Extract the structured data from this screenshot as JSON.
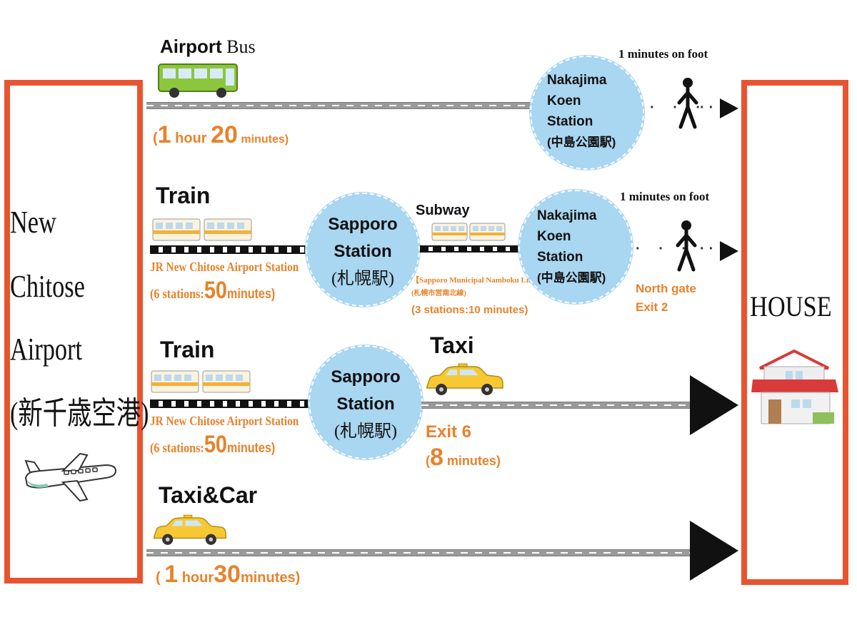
{
  "airport": {
    "lines": [
      "New",
      "Chitose",
      "Airport",
      "(新千歳空港)"
    ]
  },
  "house": {
    "label": "HOUSE"
  },
  "routes": {
    "bus": {
      "label_bold": "Airport",
      "label_rest": " Bus",
      "duration": {
        "open": "(",
        "hours": "1",
        "hour_word": " hour ",
        "minutes": "20",
        "minute_word": " minutes)"
      },
      "station": [
        "Nakajima",
        "Koen",
        "Station",
        "(中島公園駅)"
      ],
      "walk": "1 minutes on foot"
    },
    "train_subway": {
      "label": "Train",
      "line_name": "JR New Chitose Airport Station",
      "stations_prefix": "(6 stations:",
      "minutes": "50",
      "minutes_word": "minutes)",
      "station": [
        "Sapporo",
        "Station",
        "(札幌駅)"
      ],
      "subway_label": "Subway",
      "subway_line_en": "【Sapporo Municipal Namboku Line】",
      "subway_line_jp": "(札幌市営南北線)",
      "subway_stops": "(3 stations:10 minutes)",
      "dest_station": [
        "Nakajima",
        "Koen",
        "Station",
        "(中島公園駅)"
      ],
      "walk": "1 minutes on foot",
      "gate": [
        "North gate",
        "Exit 2"
      ]
    },
    "train_taxi": {
      "label": "Train",
      "line_name": "JR New Chitose Airport Station",
      "stations_prefix": "(6 stations:",
      "minutes": "50",
      "minutes_word": "minutes)",
      "station": [
        "Sapporo",
        "Station",
        "(札幌駅)"
      ],
      "taxi_label": "Taxi",
      "exit": "Exit 6",
      "duration": {
        "open": "(",
        "minutes": "8",
        "minute_word": " minutes)"
      }
    },
    "taxi_car": {
      "label": "Taxi&Car",
      "duration": {
        "open": "( ",
        "hours": "1",
        "hour_word": " hour",
        "minutes": "30",
        "minute_word": "minutes)"
      }
    }
  },
  "colors": {
    "frame": "#e8542f",
    "accent": "#e8822a",
    "station": "#a9d6f1",
    "road": "#9a9a9a"
  },
  "icons": [
    "bus-icon",
    "train-icon",
    "taxi-icon",
    "walking-person-icon",
    "house-icon",
    "airplane-icon"
  ]
}
